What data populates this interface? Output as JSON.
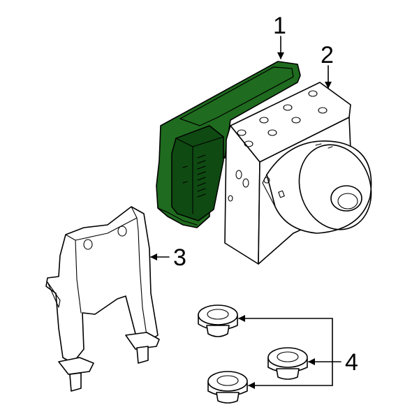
{
  "callouts": {
    "c1": "1",
    "c2": "2",
    "c3": "3",
    "c4": "4"
  },
  "colors": {
    "highlight": "#1f6b1f",
    "highlight_dark": "#0f4a12",
    "line": "#000000",
    "background": "#ffffff"
  }
}
